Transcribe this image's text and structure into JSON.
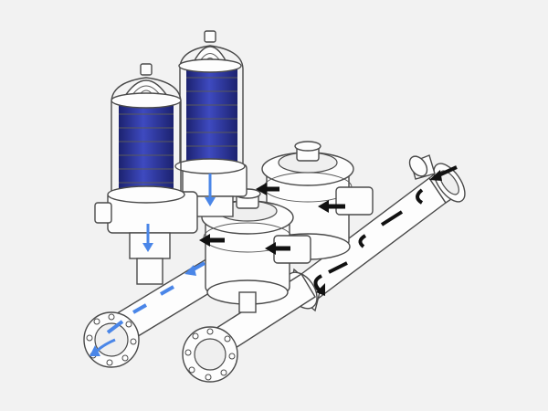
{
  "colors": {
    "background": "#f2f2f2",
    "outline": "#4a4a4a",
    "body": "#fdfdfd",
    "filter_element": "#2f3a9c",
    "filter_element_dark": "#1c2270",
    "filtered_flow_arrow": "#4a86e8",
    "raw_flow_arrow": "#111111"
  },
  "components": {
    "filter_units": 2,
    "backflush_valves": 2,
    "manifolds": [
      "outlet-manifold-front",
      "inlet-manifold-rear"
    ],
    "icons": [
      "filter-housing-icon",
      "disc-element-icon",
      "backflush-valve-icon",
      "flange-icon",
      "flow-arrow-icon"
    ]
  },
  "flow": {
    "raw_water_direction": "right-to-left",
    "filtered_water_direction": "down-and-left"
  }
}
